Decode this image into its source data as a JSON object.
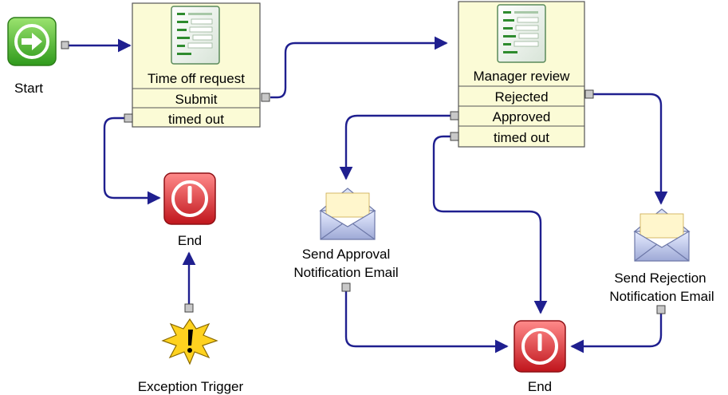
{
  "nodes": {
    "start": {
      "label": "Start"
    },
    "time_off_request": {
      "title": "Time off request",
      "outcomes": [
        "Submit",
        "timed out"
      ]
    },
    "manager_review": {
      "title": "Manager review",
      "outcomes": [
        "Rejected",
        "Approved",
        "timed out"
      ]
    },
    "end_1": {
      "label": "End"
    },
    "end_2": {
      "label": "End"
    },
    "exception_trigger": {
      "label": "Exception Trigger"
    },
    "send_approval": {
      "label_lines": [
        "Send Approval",
        "Notification Email"
      ]
    },
    "send_rejection": {
      "label_lines": [
        "Send Rejection",
        "Notification Email"
      ]
    }
  },
  "colors": {
    "connector": "#1f1f8f",
    "activity_fill": "#fbfbd6",
    "activity_border": "#555555",
    "start_green": "#3fae2a",
    "end_red": "#d8232a"
  },
  "icons": {
    "start": "arrow-right-circle-icon",
    "end": "stop-power-icon",
    "activity": "form-document-icon",
    "email": "envelope-icon",
    "exception": "explosion-warning-icon"
  }
}
